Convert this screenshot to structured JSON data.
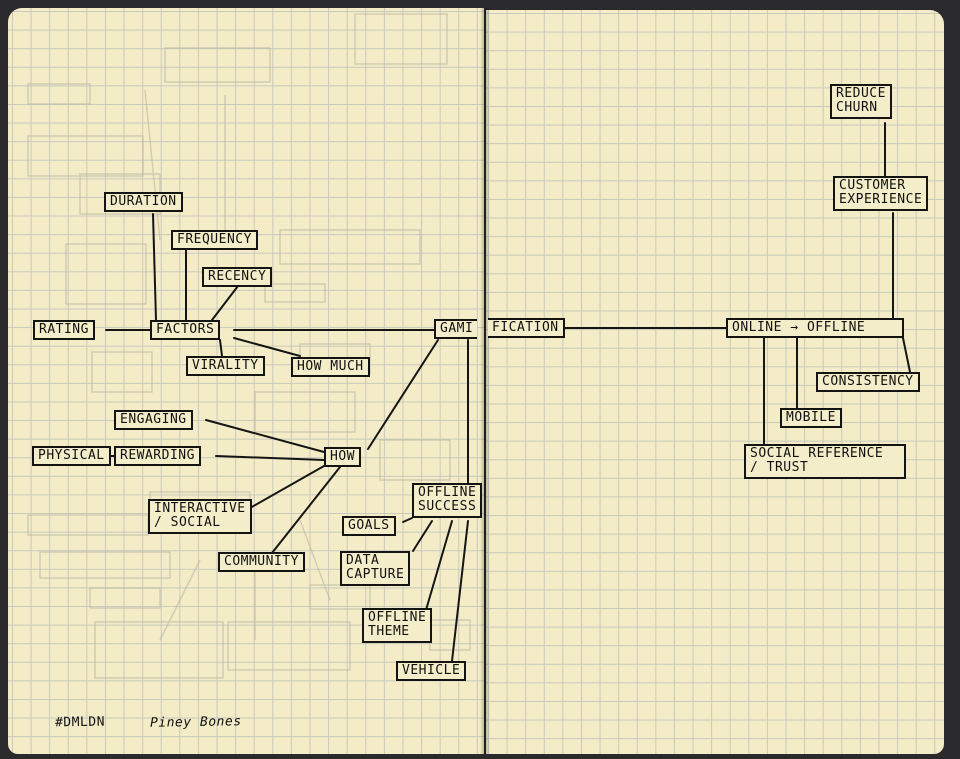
{
  "nodes": {
    "duration": "Duration",
    "frequency": "Frequency",
    "recency": "Recency",
    "rating": "Rating",
    "factors": "Factors",
    "virality": "Virality",
    "how_much": "How much",
    "gami": "GAMI",
    "fication": "FICATION",
    "engaging": "Engaging",
    "physical": "Physical",
    "rewarding": "Rewarding",
    "how": "How",
    "interactive_social": "Interactive\n/ Social",
    "community": "Community",
    "offline_success": "Offline\nSuccess",
    "goals": "Goals",
    "data_capture": "Data\nCapture",
    "offline_theme": "Offline\nTheme",
    "vehicle": "Vehicle",
    "online_offline": "Online → Offline",
    "consistency": "Consistency",
    "mobile": "Mobile",
    "social_reference": "Social Reference\n/ Trust",
    "customer_experience": "Customer\nExperience",
    "reduce_churn": "Reduce\nChurn"
  },
  "notes": {
    "hashtag": "#DMLDN",
    "signature": "Piney Bones"
  }
}
